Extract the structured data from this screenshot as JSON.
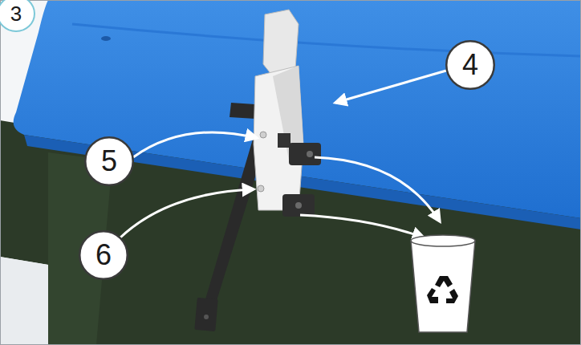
{
  "diagram": {
    "nodes": [
      {
        "text": [
          "3"
        ]
      },
      {
        "text": [
          "4"
        ]
      },
      {
        "text": [
          "5"
        ]
      },
      {
        "text": [
          "6"
        ]
      }
    ]
  }
}
